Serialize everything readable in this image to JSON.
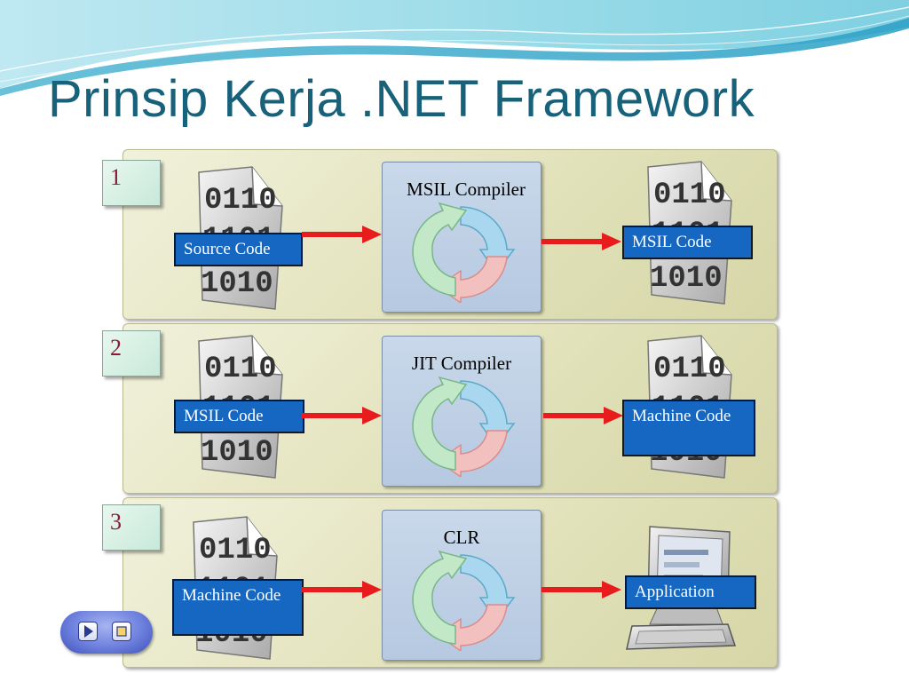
{
  "title": "Prinsip Kerja .NET Framework",
  "colors": {
    "title": "#17617a",
    "label_box_bg": "#1667c2",
    "arrow": "#e81c1c",
    "panel_bg": "#e3e3bf",
    "compiler_bg": "#bccde3"
  },
  "steps": [
    {
      "number": "1",
      "input_label": "Source Code",
      "compiler_label": "MSIL Compiler",
      "output_label": "MSIL Code",
      "input_icon": "binary-file-icon",
      "output_icon": "binary-file-icon"
    },
    {
      "number": "2",
      "input_label": "MSIL Code",
      "compiler_label": "JIT Compiler",
      "output_label": "Machine Code",
      "input_icon": "binary-file-icon",
      "output_icon": "binary-file-icon"
    },
    {
      "number": "3",
      "input_label": "Machine Code",
      "compiler_label": "CLR",
      "output_label": "Application",
      "input_icon": "binary-file-icon",
      "output_icon": "computer-icon"
    }
  ],
  "file_icon_text": {
    "line1": "0110",
    "line2": "1101",
    "line3": "1010"
  },
  "nav": {
    "play_icon": "play-icon",
    "stop_icon": "stop-icon"
  }
}
